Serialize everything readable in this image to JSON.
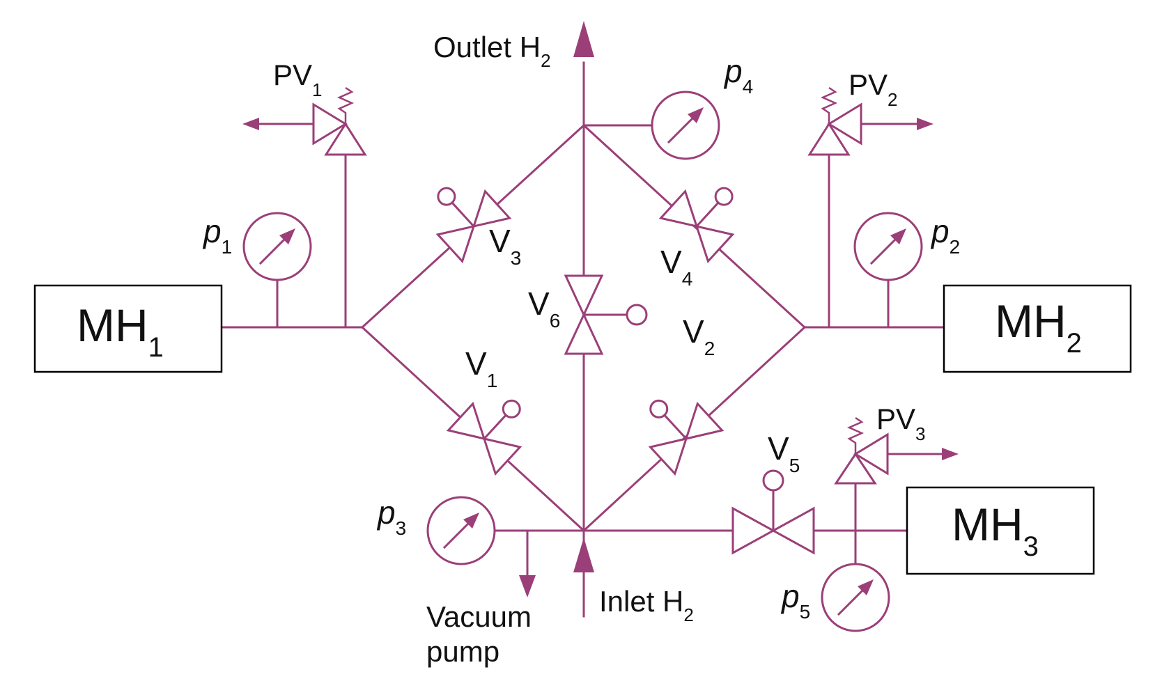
{
  "colors": {
    "pipe": "#9b3f78",
    "box_border": "#000000",
    "text": "#111111"
  },
  "containers": {
    "mh1": {
      "main": "MH",
      "sub": "1"
    },
    "mh2": {
      "main": "MH",
      "sub": "2"
    },
    "mh3": {
      "main": "MH",
      "sub": "3"
    }
  },
  "valves": {
    "v1": {
      "main": "V",
      "sub": "1"
    },
    "v2": {
      "main": "V",
      "sub": "2"
    },
    "v3": {
      "main": "V",
      "sub": "3"
    },
    "v4": {
      "main": "V",
      "sub": "4"
    },
    "v5": {
      "main": "V",
      "sub": "5"
    },
    "v6": {
      "main": "V",
      "sub": "6"
    }
  },
  "relief_valves": {
    "pv1": {
      "main": "PV",
      "sub": "1"
    },
    "pv2": {
      "main": "PV",
      "sub": "2"
    },
    "pv3": {
      "main": "PV",
      "sub": "3"
    }
  },
  "gauges": {
    "p1": {
      "main": "p",
      "sub": "1"
    },
    "p2": {
      "main": "p",
      "sub": "2"
    },
    "p3": {
      "main": "p",
      "sub": "3"
    },
    "p4": {
      "main": "p",
      "sub": "4"
    },
    "p5": {
      "main": "p",
      "sub": "5"
    }
  },
  "flows": {
    "outlet": {
      "main": "Outlet H",
      "sub": "2"
    },
    "inlet": {
      "main": "Inlet H",
      "sub": "2"
    },
    "vacuum": {
      "line1": "Vacuum",
      "line2": "pump"
    }
  },
  "icons": {
    "gauge": "pressure-gauge-icon",
    "valve": "manual-valve-icon",
    "relief": "pressure-relief-valve-icon",
    "arrow": "flow-arrow-icon"
  }
}
